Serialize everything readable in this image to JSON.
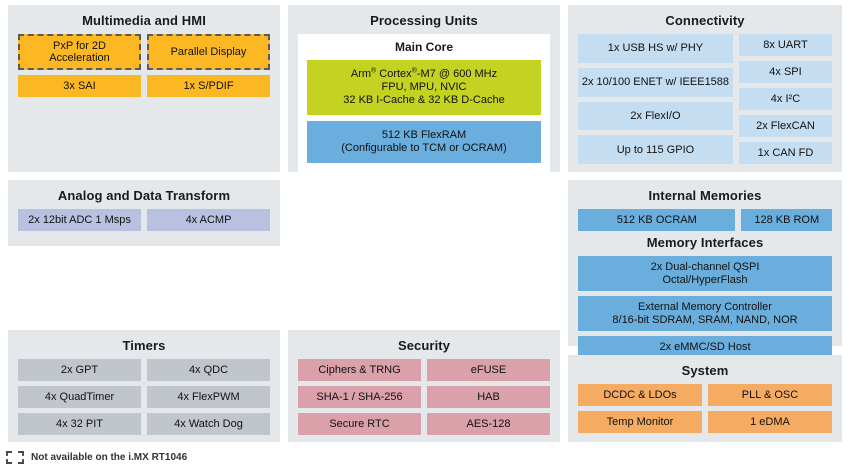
{
  "legend": {
    "text": "Not available on the i.MX RT1046",
    "swatch_icon": "dashed-box-icon"
  },
  "colors": {
    "panel_bg": "#e4e8eb",
    "amber": "#fcb823",
    "periwinkle": "#b8c2e0",
    "light_blue": "#c5ddf1",
    "medium_blue": "#6aaedd",
    "gray": "#c0c6cc",
    "pink": "#dba1ab",
    "orange": "#f6ab63",
    "olive": "#c4d321",
    "dash_border": "#5a5a5a"
  },
  "panels": {
    "multimedia": {
      "title": "Multimedia and HMI",
      "rows": [
        [
          {
            "label": "PxP for 2D Acceleration",
            "style": "amber-d"
          },
          {
            "label": "Parallel Display",
            "style": "amber-d"
          }
        ],
        [
          {
            "label": "3x SAI",
            "style": "amber"
          },
          {
            "label": "1x S/PDIF",
            "style": "amber"
          }
        ]
      ]
    },
    "processing": {
      "title": "Processing Units",
      "inner_title": "Main Core",
      "core_blocks": [
        {
          "style": "olive",
          "lines": [
            "Arm® Cortex®-M7 @ 600 MHz",
            "FPU, MPU, NVIC",
            "32 KB I-Cache & 32 KB D-Cache"
          ]
        },
        {
          "style": "mblue",
          "lines": [
            "512 KB FlexRAM",
            "(Configurable to TCM or OCRAM)"
          ]
        }
      ]
    },
    "connectivity": {
      "title": "Connectivity",
      "left_column": [
        "1x USB HS w/ PHY",
        "2x 10/100 ENET w/ IEEE1588",
        "2x FlexI/O",
        "Up to 115 GPIO"
      ],
      "right_column": [
        "8x UART",
        "4x SPI",
        "4x I²C",
        "2x FlexCAN",
        "1x CAN FD"
      ],
      "style": "lblue"
    },
    "analog": {
      "title": "Analog and Data Transform",
      "rows": [
        [
          {
            "label": "2x 12bit ADC 1 Msps",
            "style": "periw"
          },
          {
            "label": "4x ACMP",
            "style": "periw"
          }
        ]
      ]
    },
    "internal_memories": {
      "title": "Internal Memories",
      "blocks": [
        {
          "label": "512 KB OCRAM",
          "style": "mblue"
        },
        {
          "label": "128 KB ROM",
          "style": "mblue"
        }
      ]
    },
    "memory_interfaces": {
      "title": "Memory Interfaces",
      "blocks": [
        {
          "lines": [
            "2x Dual-channel QSPI",
            "Octal/HyperFlash"
          ],
          "style": "mblue"
        },
        {
          "lines": [
            "External Memory Controller",
            "8/16-bit SDRAM, SRAM, NAND, NOR"
          ],
          "style": "mblue"
        },
        {
          "lines": [
            "2x eMMC/SD Host"
          ],
          "style": "mblue"
        }
      ]
    },
    "timers": {
      "title": "Timers",
      "rows": [
        [
          {
            "label": "2x GPT",
            "style": "gray"
          },
          {
            "label": "4x QDC",
            "style": "gray"
          }
        ],
        [
          {
            "label": "4x QuadTimer",
            "style": "gray"
          },
          {
            "label": "4x FlexPWM",
            "style": "gray"
          }
        ],
        [
          {
            "label": "4x 32 PIT",
            "style": "gray"
          },
          {
            "label": "4x Watch Dog",
            "style": "gray"
          }
        ]
      ]
    },
    "security": {
      "title": "Security",
      "rows": [
        [
          {
            "label": "Ciphers & TRNG",
            "style": "pink"
          },
          {
            "label": "eFUSE",
            "style": "pink"
          }
        ],
        [
          {
            "label": "SHA-1 / SHA-256",
            "style": "pink"
          },
          {
            "label": "HAB",
            "style": "pink"
          }
        ],
        [
          {
            "label": "Secure RTC",
            "style": "pink"
          },
          {
            "label": "AES-128",
            "style": "pink"
          }
        ]
      ]
    },
    "system": {
      "title": "System",
      "rows": [
        [
          {
            "label": "DCDC & LDOs",
            "style": "orange"
          },
          {
            "label": "PLL & OSC",
            "style": "orange"
          }
        ],
        [
          {
            "label": "Temp Monitor",
            "style": "orange"
          },
          {
            "label": "1 eDMA",
            "style": "orange"
          }
        ]
      ]
    }
  }
}
